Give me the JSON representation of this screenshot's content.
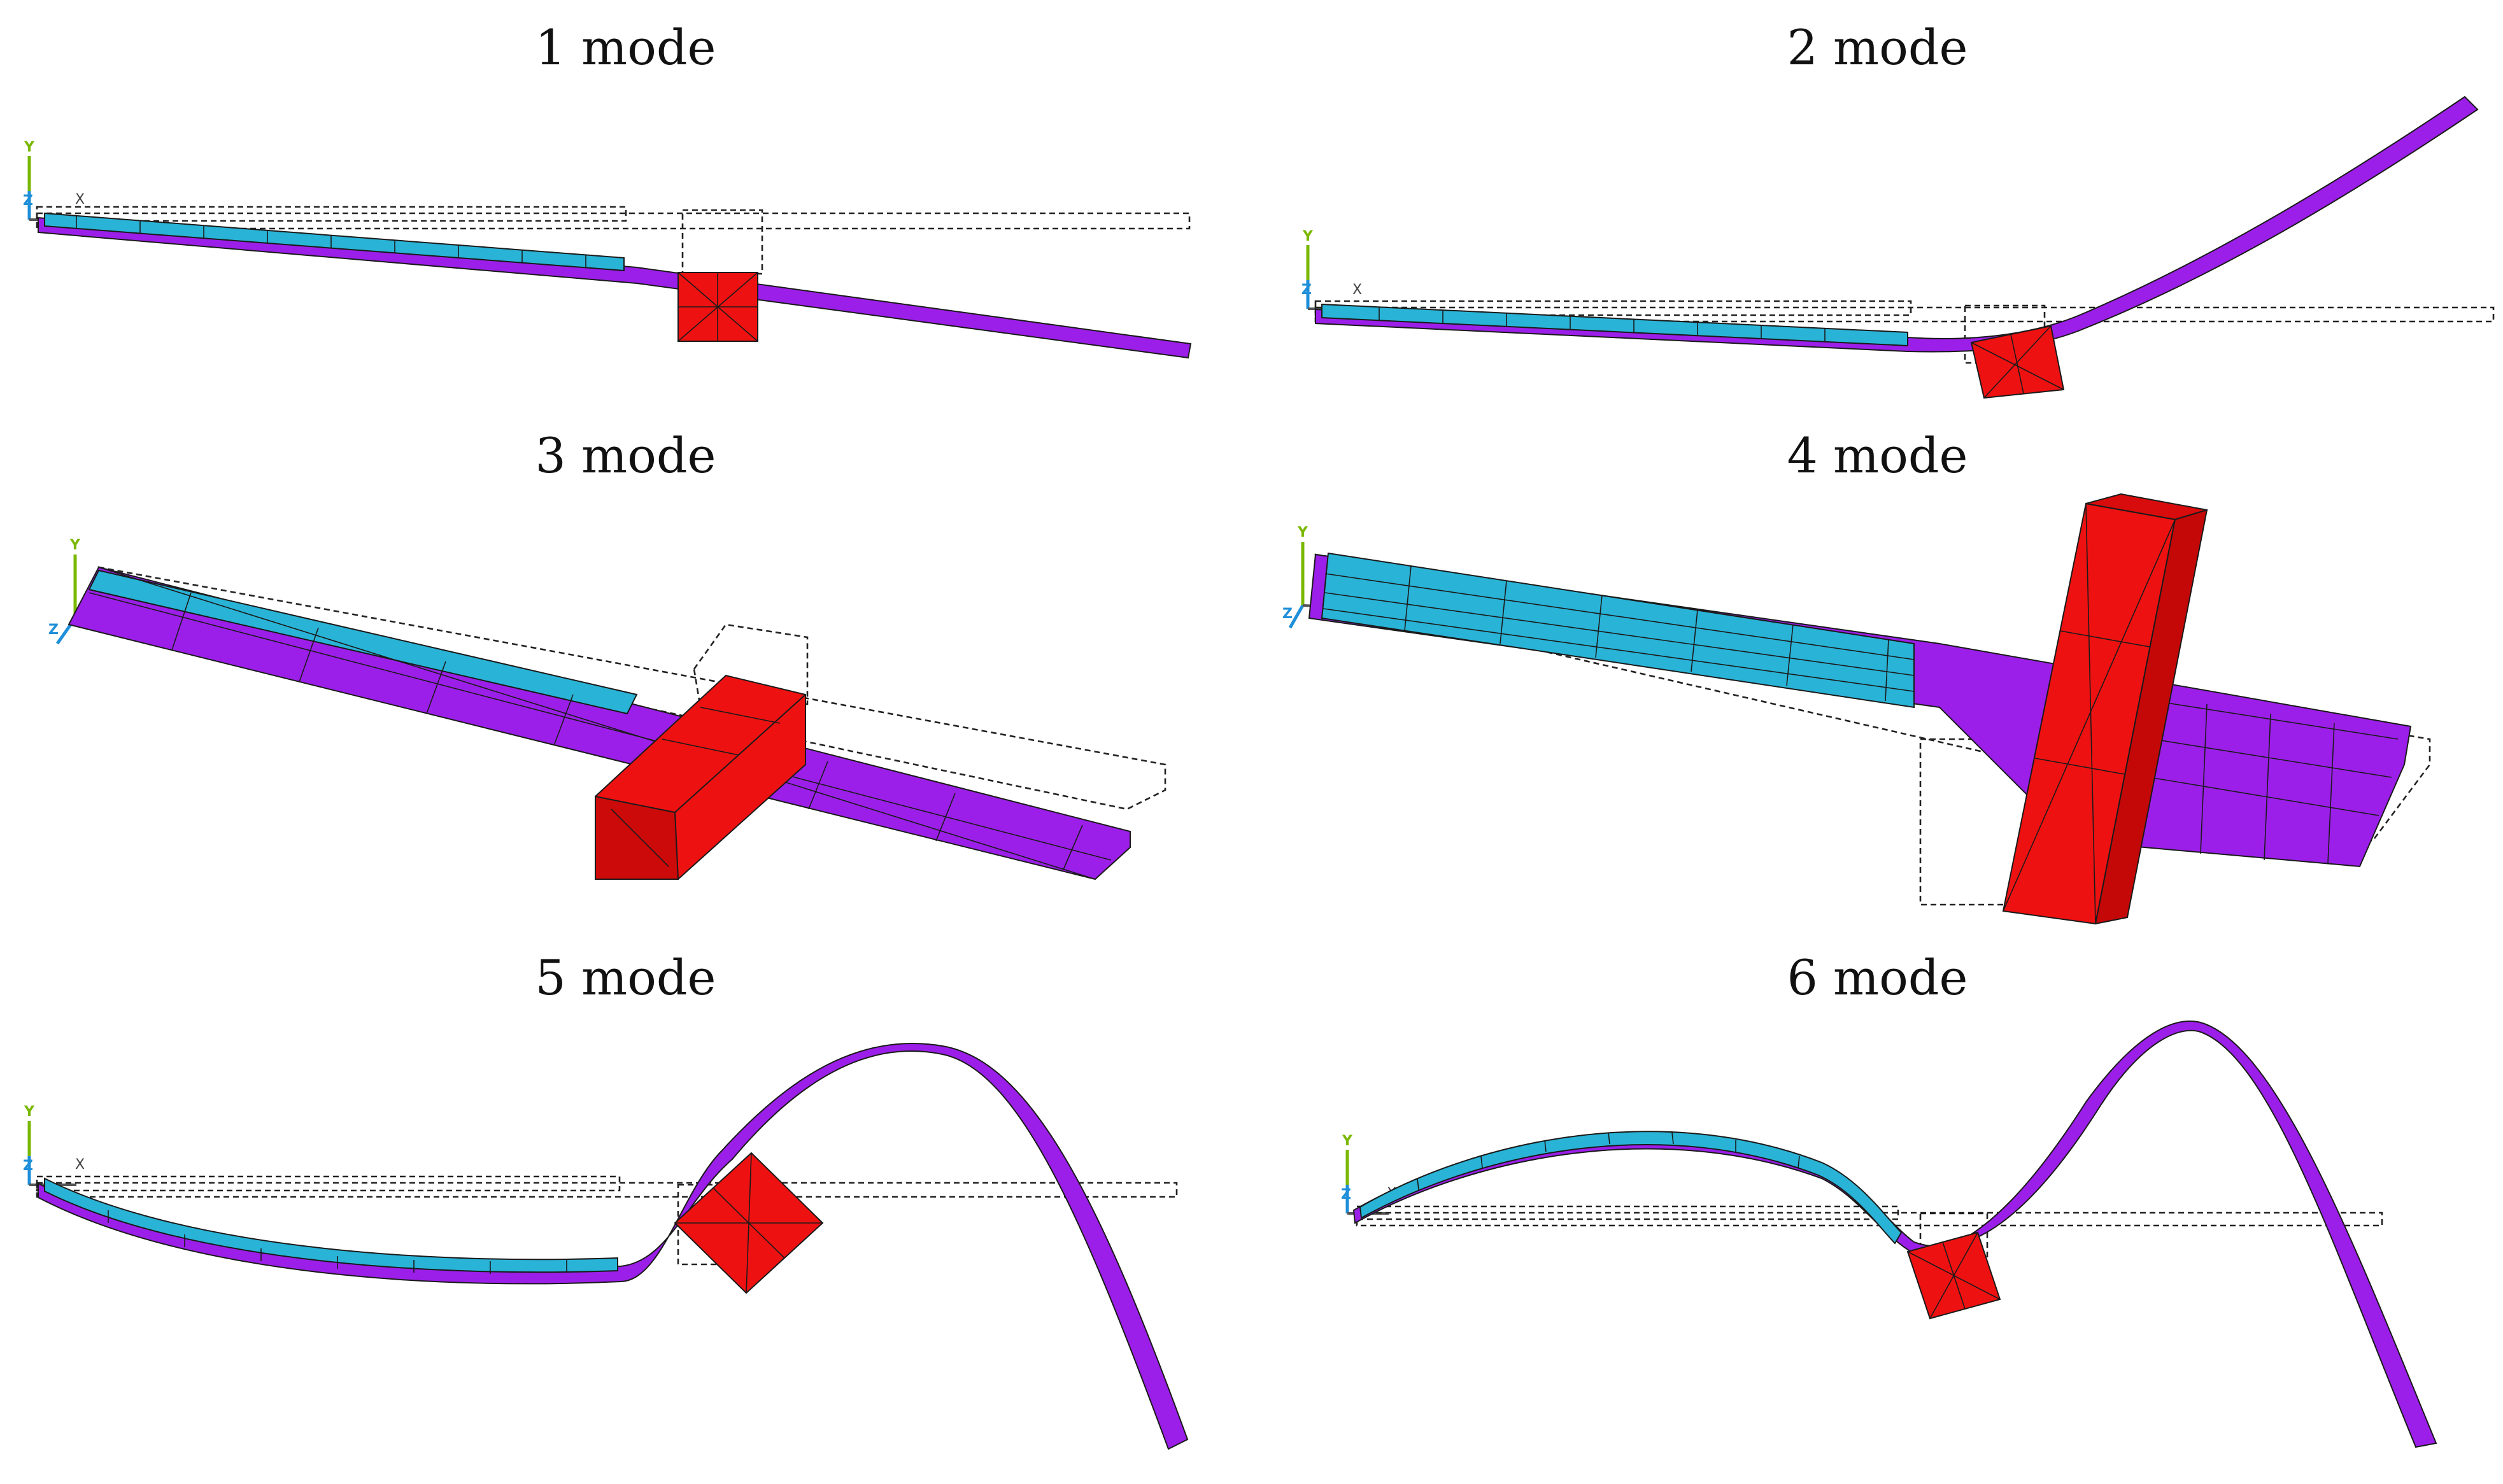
{
  "panels": [
    {
      "title": "1 mode"
    },
    {
      "title": "2 mode"
    },
    {
      "title": "3 mode"
    },
    {
      "title": "4 mode"
    },
    {
      "title": "5 mode"
    },
    {
      "title": "6 mode"
    }
  ],
  "axis_triad": {
    "y": "Y",
    "z": "Z",
    "x": "X"
  },
  "colors": {
    "beam": "#9b1fe8",
    "piezo_layer": "#29b3d6",
    "tip_mass": "#ee1111",
    "undeformed_outline": "#222222",
    "axis_y": "#7ab800",
    "axis_z": "#1f8fd9"
  }
}
